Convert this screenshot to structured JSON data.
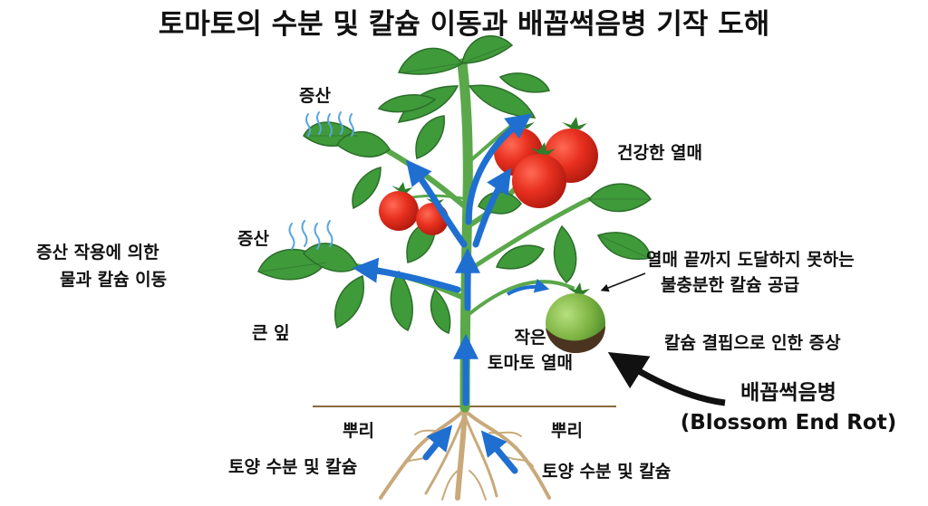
{
  "title": "토마토의 수분 및 칼슘 이동과 배꼽썩음병 기작 도해",
  "labels": {
    "transpiration_top": "증산",
    "transpiration_mid": "증산",
    "transpiration_movement_line1": "증산 작용에 의한",
    "transpiration_movement_line2": "물과 칼슘 이동",
    "big_leaf": "큰 잎",
    "healthy_fruit": "건강한 열매",
    "insufficient_line1": "열매 끝까지 도달하지 못하는",
    "insufficient_line2": "불충분한 칼슘 공급",
    "symptom": "칼슘 결핍으로 인한 증상",
    "small_fruit_line1": "작은",
    "small_fruit_line2": "토마토 열매",
    "disease_ko": "배꼽썩음병",
    "disease_en": "(Blossom End Rot)",
    "roots_left": "뿌리",
    "roots_right": "뿌리",
    "soil_left": "토양 수분 및 칼슘",
    "soil_right": "토양 수분 및 칼슘"
  },
  "colors": {
    "leaf": "#3f9a3a",
    "leaf_dark": "#2c6e2a",
    "stem": "#5aa84a",
    "tomato_red": "#e02a1c",
    "tomato_green": "#7cb342",
    "rot": "#4a3420",
    "arrow_blue": "#1f6fd1",
    "root": "#c9a97a",
    "soil_line": "#8a6a3e",
    "vapor": "#5aa6e0"
  }
}
